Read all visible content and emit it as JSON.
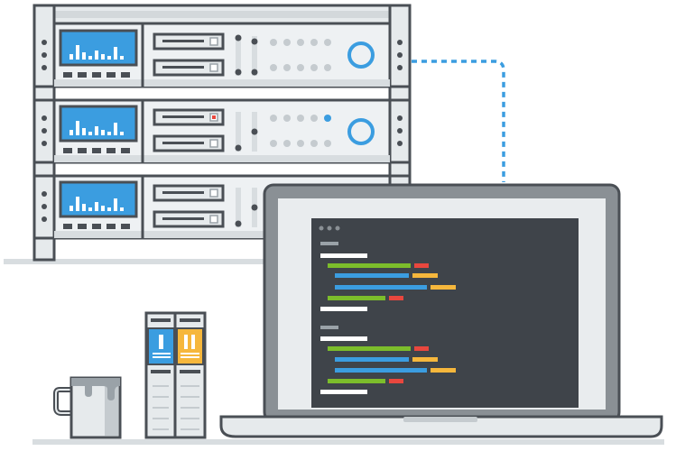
{
  "illustration": {
    "subject": "server-rack-laptop-code",
    "colors": {
      "outline": "#4a4f55",
      "rack_frame": "#d8dde0",
      "panel": "#eef1f3",
      "screen_blue": "#3b9de0",
      "accent_blue": "#3b9de0",
      "dot_gray": "#c5cbcf",
      "editor_bg": "#3f444a",
      "code_white": "#ffffff",
      "code_green": "#7cbd2b",
      "code_blue": "#3b9de0",
      "code_red": "#e8473e",
      "code_yellow": "#f6b73c",
      "book_blue": "#3b9de0",
      "book_yellow": "#f6b73c",
      "shelf": "#d8dde0"
    },
    "server_units": 3,
    "red_indicator_unit": 2,
    "blue_indicator_unit": 2,
    "book_icons": [
      "book-icon-one",
      "book-icon-two"
    ]
  }
}
